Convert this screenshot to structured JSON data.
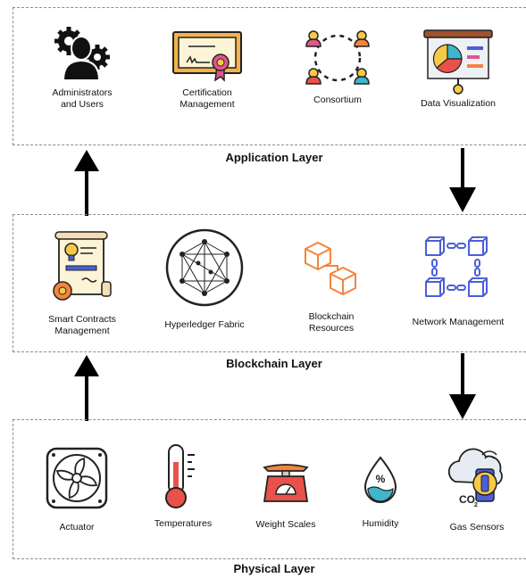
{
  "layers": {
    "application": {
      "title": "Application Layer",
      "items": [
        {
          "label": "Administrators\nand Users",
          "icon": "users-gears-icon"
        },
        {
          "label": "Certification\nManagement",
          "icon": "certificate-icon"
        },
        {
          "label": "Consortium",
          "icon": "consortium-icon"
        },
        {
          "label": "Data Visualization",
          "icon": "data-visualization-icon"
        }
      ]
    },
    "blockchain": {
      "title": "Blockchain Layer",
      "items": [
        {
          "label": "Smart Contracts\nManagement",
          "icon": "smart-contract-icon"
        },
        {
          "label": "Hyperledger Fabric",
          "icon": "hyperledger-fabric-icon"
        },
        {
          "label": "Blockchain\nResources",
          "icon": "blockchain-resources-icon"
        },
        {
          "label": "Network Management",
          "icon": "network-management-icon"
        }
      ]
    },
    "physical": {
      "title": "Physical Layer",
      "items": [
        {
          "label": "Actuator",
          "icon": "actuator-fan-icon"
        },
        {
          "label": "Temperatures",
          "icon": "thermometer-icon"
        },
        {
          "label": "Weight Scales",
          "icon": "weight-scale-icon"
        },
        {
          "label": "Humidity",
          "icon": "humidity-drop-icon"
        },
        {
          "label": "Gas Sensors",
          "icon": "gas-sensor-icon"
        }
      ]
    }
  },
  "colors": {
    "border": "#8c8c8c",
    "arrow": "#000000",
    "accent_orange": "#f4843b",
    "accent_blue": "#4a5fd8",
    "accent_red": "#e8524a",
    "accent_yellow": "#f7c948"
  }
}
